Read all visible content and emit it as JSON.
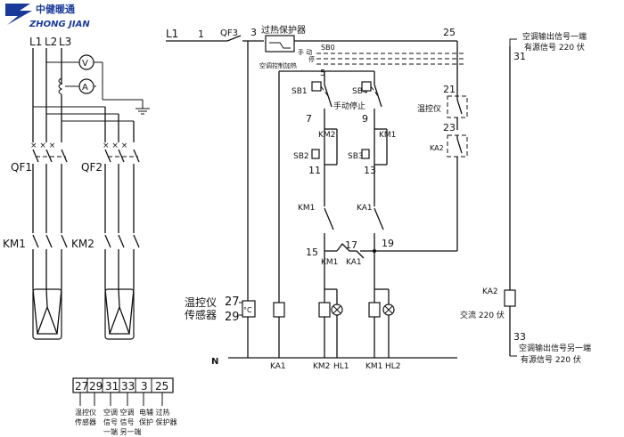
{
  "logo": {
    "company_cn": "中健暖通",
    "company_en": "ZHONG JIAN",
    "logo_color": "#1a3a9a"
  },
  "left_circuit": {
    "phases": [
      "L1",
      "L2",
      "L3"
    ],
    "meters": [
      "V",
      "A"
    ],
    "breakers": [
      "QF1",
      "QF2"
    ],
    "contactors": [
      "KM1",
      "KM2"
    ]
  },
  "control": {
    "supply": "L1",
    "neutral": "N",
    "node_numbers": [
      "1",
      "3",
      "25",
      "5",
      "7",
      "9",
      "11",
      "13",
      "15",
      "17",
      "19",
      "21",
      "23"
    ],
    "qf3": "QF3",
    "overheat_label": "过热保护器",
    "sb0": "SB0",
    "manual_label": "手 动",
    "stop_label": "停",
    "ac_heat_label": "空调控制加热",
    "sb1": "SB1",
    "sb4": "SB4",
    "manual_stop": "手动停止",
    "km2": "KM2",
    "km1": "KM1",
    "sb2": "SB2",
    "sb3": "SB3",
    "ka1": "KA1",
    "ka2": "KA2",
    "thermostat": "温控仪",
    "sensor_line1": "温控仪",
    "sensor_line2": "传感器",
    "sensor_27": "27",
    "sensor_29": "29",
    "sensor_symbol": "°C",
    "bottom_labels": [
      "KA1",
      "KM2",
      "HL1",
      "KM1",
      "HL2"
    ]
  },
  "right_circuit": {
    "top_note_line1": "空调输出信号一端",
    "top_note_line2": "有源信号 220 伏",
    "node_31": "31",
    "coil": "KA2",
    "coil_note": "交流 220 伏",
    "node_33": "33",
    "bottom_note_line1": "空调输出信号另一端",
    "bottom_note_line2": "有源信号 220 伏"
  },
  "terminal_block": {
    "terminals": [
      "27",
      "29",
      "31",
      "33",
      "3",
      "25"
    ],
    "labels": [
      {
        "line1": "温控仪",
        "line2": "传感器"
      },
      {
        "line1": "空调 空调",
        "line2": "信号 信号"
      },
      {
        "line1": "电辅 过热",
        "line2": "保护 保护器"
      }
    ],
    "sub_label": "一端 另一端"
  }
}
